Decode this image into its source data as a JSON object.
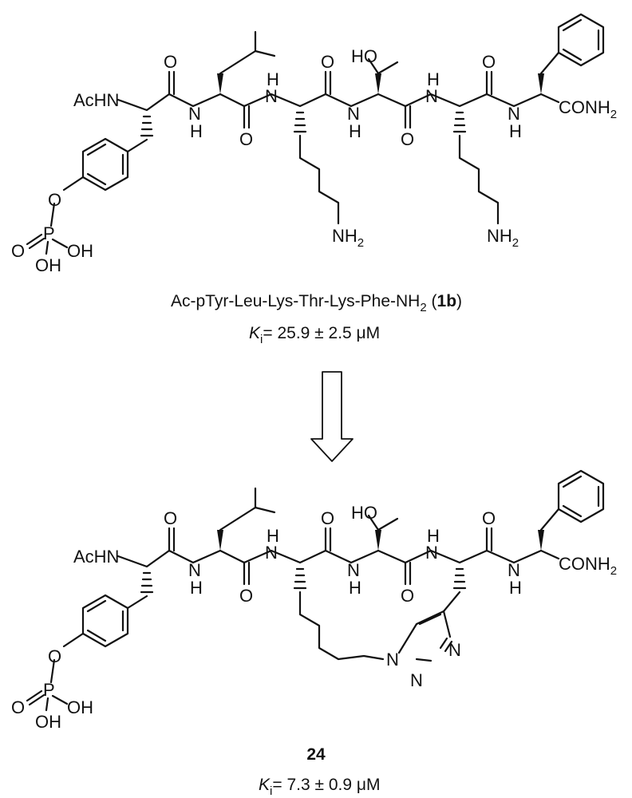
{
  "compound_1b": {
    "name_prefix": "Ac-pTyr-Leu-Lys-Thr-Lys-Phe-NH",
    "name_sub": "2",
    "label": "1b",
    "ki_symbol": "K",
    "ki_sub": "i",
    "ki_value": "= 25.9 ± 2.5 μM"
  },
  "compound_24": {
    "label": "24",
    "ki_symbol": "K",
    "ki_sub": "i",
    "ki_value": "= 7.3 ± 0.9 μM"
  },
  "atoms": {
    "achn": "AcHN",
    "o": "O",
    "h": "H",
    "n": "N",
    "ho": "HO",
    "oh": "OH",
    "p": "P",
    "conh": "CONH",
    "nh": "NH",
    "sub2": "2"
  }
}
